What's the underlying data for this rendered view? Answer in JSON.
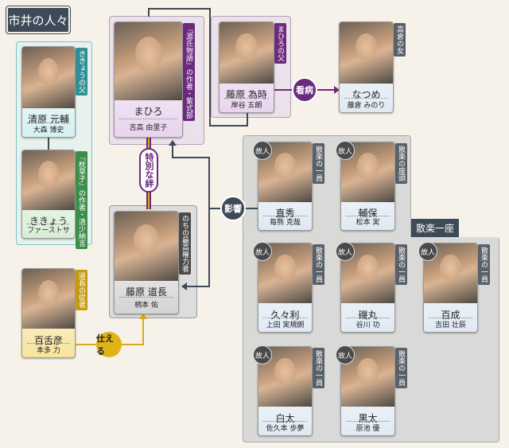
{
  "title": "市井の人々",
  "colors": {
    "teal": "#3aa6a8",
    "purple": "#6c2a7e",
    "gray": "#555b63",
    "yellow": "#d5ab16",
    "slate": "#3e4a57"
  },
  "cards": [
    {
      "name": "清原 元輔",
      "actor": "大森 博史",
      "tag": "ききょうの父",
      "theme": "teal"
    },
    {
      "name": "ききょう",
      "actor": "ファーストサマーウイカ",
      "tag": "『枕草子』の作者・清少納言",
      "theme": "green"
    },
    {
      "name": "まひろ",
      "actor": "吉高 由里子",
      "tag": "『源氏物語』の作者・紫式部",
      "theme": "purple"
    },
    {
      "name": "藤原 為時",
      "actor": "岸谷 五朗",
      "tag": "まひろの父",
      "theme": "purple"
    },
    {
      "name": "なつめ",
      "actor": "藤倉 みのり",
      "tag": "高倉の女",
      "theme": "blue"
    },
    {
      "name": "藤原 道長",
      "actor": "柄本 佑",
      "tag": "のちの最高権力者",
      "theme": "gray"
    },
    {
      "name": "百舌彦",
      "actor": "本多 力",
      "tag": "道長の従者",
      "theme": "yellow"
    },
    {
      "name": "直秀",
      "actor": "毎熊 克哉",
      "tag": "散楽の一員",
      "theme": "blue",
      "badge": "故人"
    },
    {
      "name": "輔保",
      "actor": "松本 実",
      "tag": "散楽の座頭",
      "theme": "blue",
      "badge": "故人"
    },
    {
      "name": "久々利",
      "actor": "上田 実規朗",
      "tag": "散楽の一員",
      "theme": "blue",
      "badge": "故人"
    },
    {
      "name": "磯丸",
      "actor": "谷川 功",
      "tag": "散楽の一員",
      "theme": "blue",
      "badge": "故人"
    },
    {
      "name": "百成",
      "actor": "吉田 壮辰",
      "tag": "散楽の一員",
      "theme": "blue",
      "badge": "故人"
    },
    {
      "name": "白太",
      "actor": "佐久本 歩夢",
      "tag": "散楽の一員",
      "theme": "blue",
      "badge": "故人"
    },
    {
      "name": "黒太",
      "actor": "原池 優",
      "tag": "散楽の一員",
      "theme": "blue",
      "badge": "故人"
    }
  ],
  "relations": {
    "care": "看病",
    "bond": "特別な絆",
    "influence": "影響",
    "serve": "仕える"
  },
  "group_label": "散楽一座"
}
